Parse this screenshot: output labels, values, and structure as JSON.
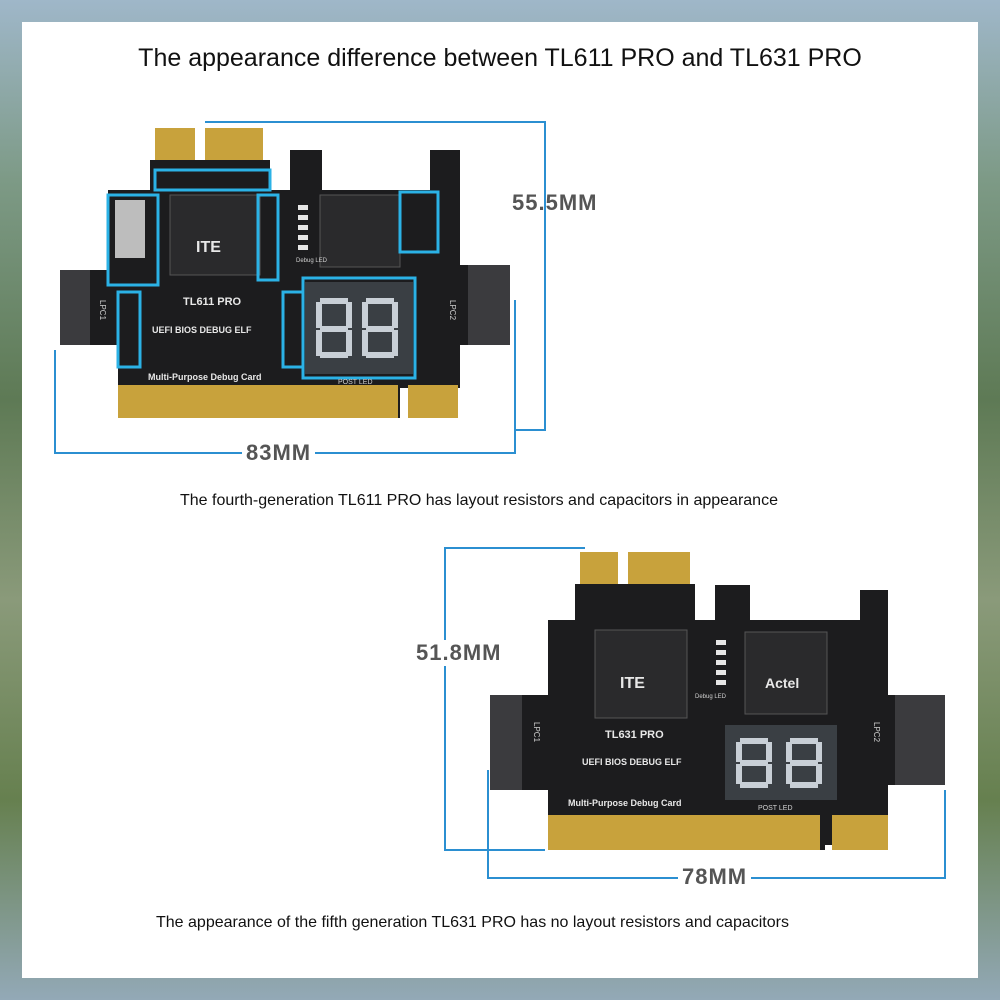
{
  "title": "The appearance difference between TL611 PRO and TL631 PRO",
  "card_top": {
    "model": "TL611 PRO",
    "subtitle": "UEFI BIOS DEBUG ELF",
    "bottom_label": "Multi-Purpose Debug Card",
    "port_left": "LPC1",
    "port_right": "LPC2",
    "chip_logo": "ITE",
    "led_label": "Debug LED",
    "post_label": "POST LED",
    "width_dim": "83MM",
    "height_dim": "55.5MM",
    "caption": "The fourth-generation TL611 PRO has layout resistors and capacitors in appearance"
  },
  "card_bottom": {
    "model": "TL631 PRO",
    "subtitle": "UEFI BIOS DEBUG ELF",
    "bottom_label": "Multi-Purpose Debug Card",
    "port_left": "LPC1",
    "port_right": "LPC2",
    "chip_logo": "ITE",
    "chip2_logo": "Actel",
    "led_label": "Debug LED",
    "post_label": "POST LED",
    "width_dim": "78MM",
    "height_dim": "51.8MM",
    "caption": "The appearance of the fifth generation TL631 PRO has no layout resistors and capacitors"
  },
  "colors": {
    "dimension_line": "#2b8fd1",
    "highlight": "#2bb2e6",
    "pcb": "#1c1c1e",
    "gold": "#c8a23c"
  }
}
